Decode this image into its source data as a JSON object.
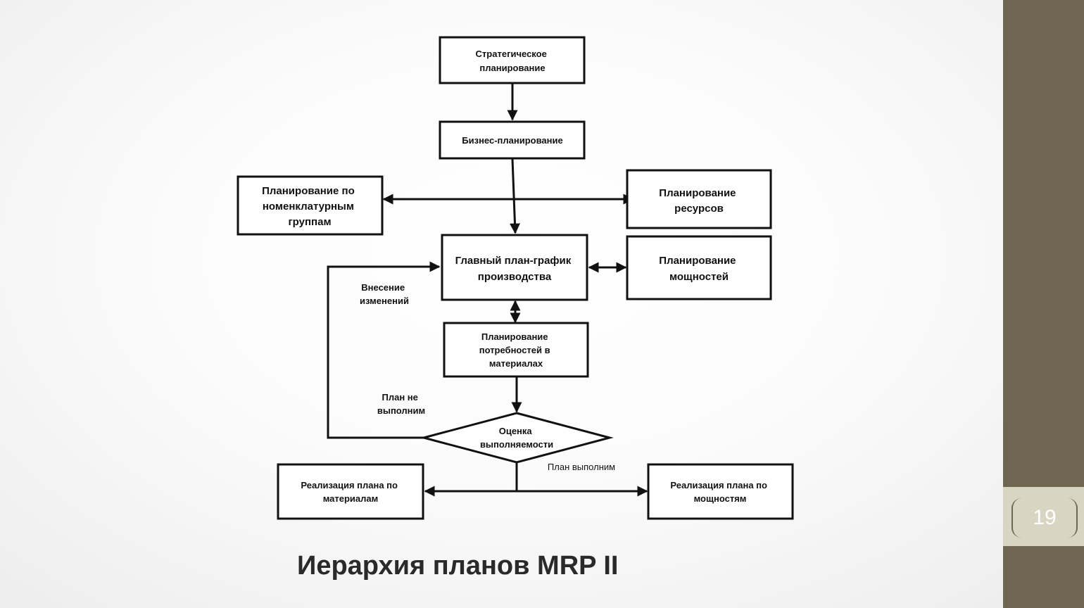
{
  "slide": {
    "title": "Иерархия планов MRP II",
    "page_number": "19"
  },
  "diagram": {
    "nodes": {
      "strategic": [
        "Стратегическое",
        "планирование"
      ],
      "business": [
        "Бизнес-планирование"
      ],
      "item_groups": [
        "Планирование по",
        "номенклатурным",
        "группам"
      ],
      "resources": [
        "Планирование",
        "ресурсов"
      ],
      "master_schedule": [
        "Главный план-график",
        "производства"
      ],
      "capacity": [
        "Планирование",
        "мощностей"
      ],
      "materials_req": [
        "Планирование",
        "потребностей  в",
        "материалах"
      ],
      "feasibility": [
        "Оценка",
        "выполняемости"
      ],
      "impl_materials": [
        "Реализация плана по",
        "материалам"
      ],
      "impl_capacity": [
        "Реализация плана по",
        "мощностям"
      ]
    },
    "labels": {
      "changes": [
        "Внесение",
        "изменений"
      ],
      "not_feasible": [
        "План не",
        "выполним"
      ],
      "feasible": [
        "План выполним"
      ]
    }
  }
}
